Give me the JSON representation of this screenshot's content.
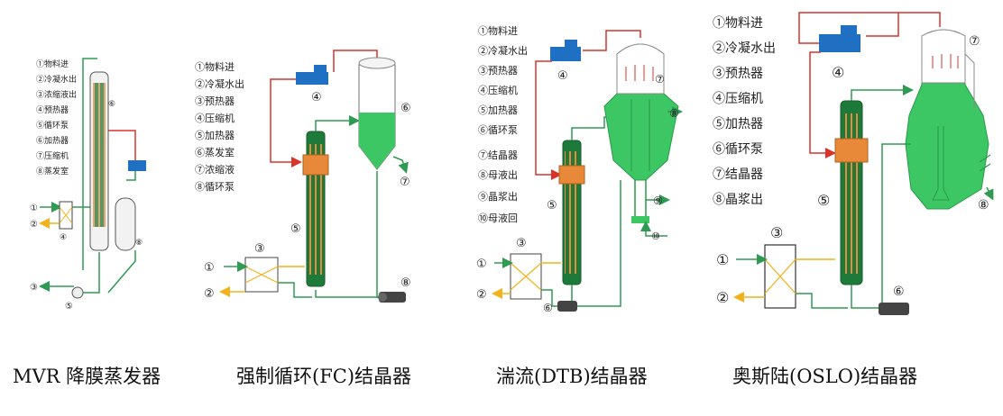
{
  "panels": [
    {
      "caption": "MVR 降膜蒸发器",
      "legend": [
        "①物料进",
        "②冷凝水出",
        "③浓缩液出",
        "④预热器",
        "⑤循环泵",
        "⑥加热器",
        "⑦压缩机",
        "⑧蒸发室"
      ]
    },
    {
      "caption": "强制循环(FC)结晶器",
      "legend": [
        "①物料进",
        "②冷凝水出",
        "③预热器",
        "④压缩机",
        "⑤加热器",
        "⑥蒸发室",
        "⑦浓缩液",
        "⑧循环泵"
      ]
    },
    {
      "caption": "湍流(DTB)结晶器",
      "legend": [
        "①物料进",
        "②冷凝水出",
        "③预热器",
        "④压缩机",
        "⑤加热器",
        "⑥循环泵",
        "⑦结晶器",
        "⑧母液出",
        "⑨晶浆出",
        "⑩母液回"
      ]
    },
    {
      "caption": "奥斯陆(OSLO)结晶器",
      "legend": [
        "①物料进",
        "②冷凝水出",
        "③预热器",
        "④压缩机",
        "⑤加热器",
        "⑥循环泵",
        "⑦结晶器",
        "⑧晶浆出"
      ]
    }
  ],
  "markers": {
    "n1": "①",
    "n2": "②",
    "n3": "③",
    "n4": "④",
    "n5": "⑤",
    "n6": "⑥",
    "n7": "⑦",
    "n8": "⑧",
    "n9": "⑨",
    "n10": "⑩"
  },
  "colors": {
    "pipe_green": "#2e9a52",
    "pipe_red": "#d9342b",
    "pipe_yellow": "#f2b21c",
    "liquid_green": "#3cc764",
    "compressor_blue": "#1f6fc2",
    "heater_orange": "#e8893a"
  }
}
